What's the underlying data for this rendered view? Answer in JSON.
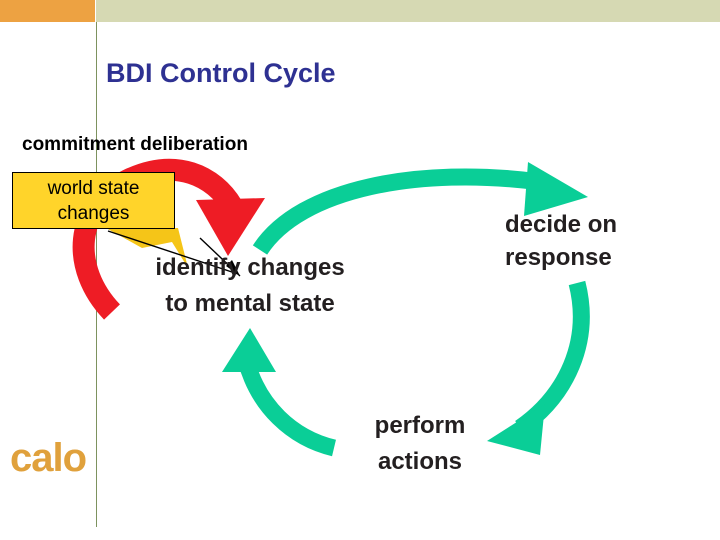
{
  "slide": {
    "title": "BDI Control Cycle",
    "title_color": "#2E3192",
    "background": "#FFFFFF"
  },
  "header": {
    "bar_orange_color": "#EDA242",
    "bar_sage_color": "#D6D9B3",
    "divider_line_color": "#7D925F"
  },
  "labels": {
    "commitment": "commitment deliberation",
    "identify_line1": "identify changes",
    "identify_line2": "to mental state",
    "decide_line1": "decide on",
    "decide_line2": "response",
    "perform_line1": "perform",
    "perform_line2": "actions"
  },
  "callout": {
    "line1": "world state",
    "line2": "changes",
    "fill_color": "#FFD42A",
    "border_color": "#000000"
  },
  "arrows": {
    "commitment_arrow_color": "#EE1C25",
    "cycle_arrow_color": "#0ACE97",
    "names": [
      "commitment-deliberation-arrow",
      "identify-to-decide-arrow",
      "decide-to-perform-arrow",
      "perform-to-identify-arrow"
    ]
  },
  "logo": {
    "text": "calo",
    "color": "#E0A13C"
  }
}
